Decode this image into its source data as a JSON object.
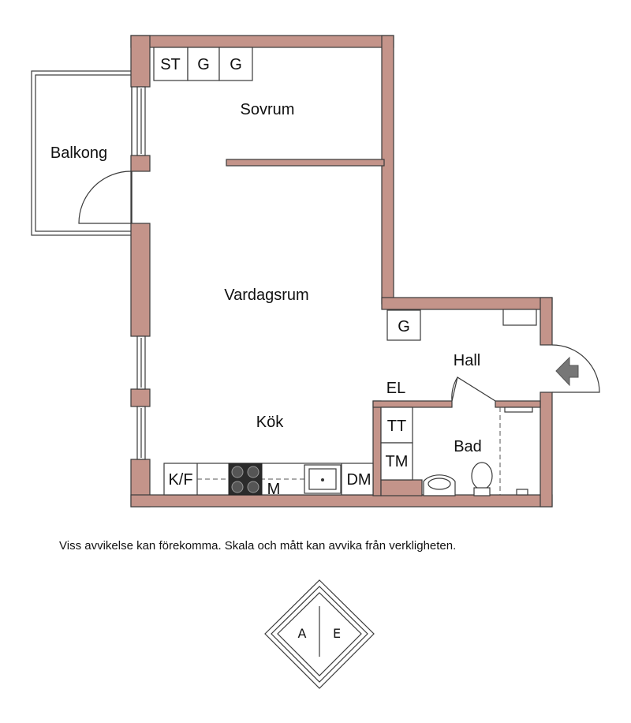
{
  "rooms": {
    "sovrum": "Sovrum",
    "balkong": "Balkong",
    "vardagsrum": "Vardagsrum",
    "kok": "Kök",
    "hall": "Hall",
    "bad": "Bad"
  },
  "fixtures": {
    "st": "ST",
    "g1": "G",
    "g2": "G",
    "g_hall": "G",
    "el": "EL",
    "tt": "TT",
    "tm": "TM",
    "kf": "K/F",
    "m": "M",
    "dm": "DM"
  },
  "disclaimer": "Viss avvikelse kan förekomma. Skala och mått kan avvika från verkligheten.",
  "compass": {
    "left": "A",
    "right": "E"
  },
  "colors": {
    "wall": "#c4948a",
    "outline": "#3a3a3a"
  }
}
